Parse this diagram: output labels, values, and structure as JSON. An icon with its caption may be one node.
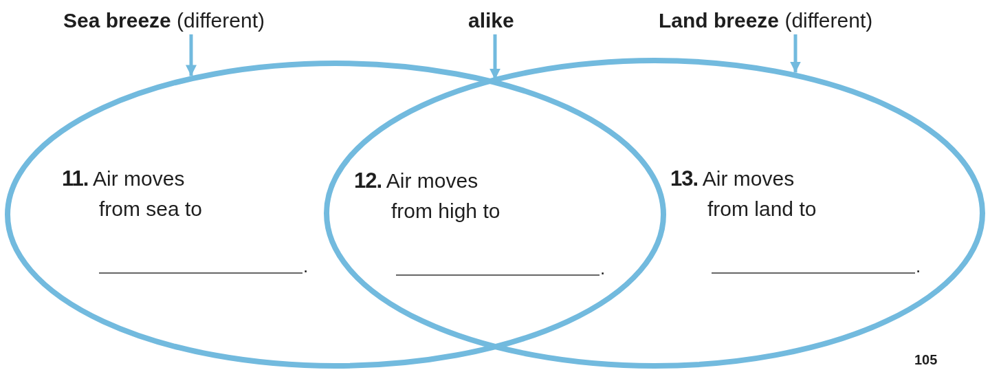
{
  "diagram": {
    "nodes": [
      {
        "text": [
          "**Sea breeze** (different)"
        ]
      },
      {
        "text": [
          "alike"
        ]
      },
      {
        "text": [
          "**Land breeze** (different)"
        ]
      },
      {
        "text": [],
        "shape": "ellipse"
      },
      {
        "text": [],
        "shape": "ellipse"
      }
    ],
    "edges": [
      {
        "from": 0,
        "to": 3,
        "arrow": "to"
      },
      {
        "from": 1,
        "to": 3,
        "arrow": "to"
      },
      {
        "from": 2,
        "to": 4,
        "arrow": "to"
      }
    ],
    "labels": [
      "**11.** Air moves from sea to",
      "**12.** Air moves from high to",
      "**13.** Air moves from land to",
      ".",
      ".",
      ".",
      "105"
    ]
  }
}
